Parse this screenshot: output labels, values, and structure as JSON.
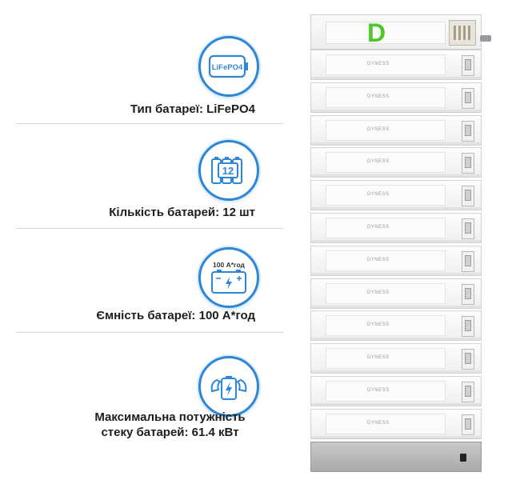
{
  "specs": [
    {
      "icon": "lifepo4-battery-icon",
      "icon_text": "LiFePO4",
      "label": "Тип батареї: LiFePO4"
    },
    {
      "icon": "battery-count-icon",
      "icon_text": "12",
      "label": "Кількість батарей: 12 шт"
    },
    {
      "icon": "battery-capacity-icon",
      "icon_text": "100 А*год",
      "label": "Ємність батареї: 100 А*год"
    },
    {
      "icon": "battery-power-icon",
      "label_line1": "Максимальна потужність",
      "label_line2": "стеку батарей: 61.4 кВт"
    }
  ],
  "product": {
    "logo": "D",
    "module_brand": "DYNESS",
    "module_count": 12
  },
  "colors": {
    "accent": "#2f86d6",
    "logo": "#4fc72c"
  }
}
